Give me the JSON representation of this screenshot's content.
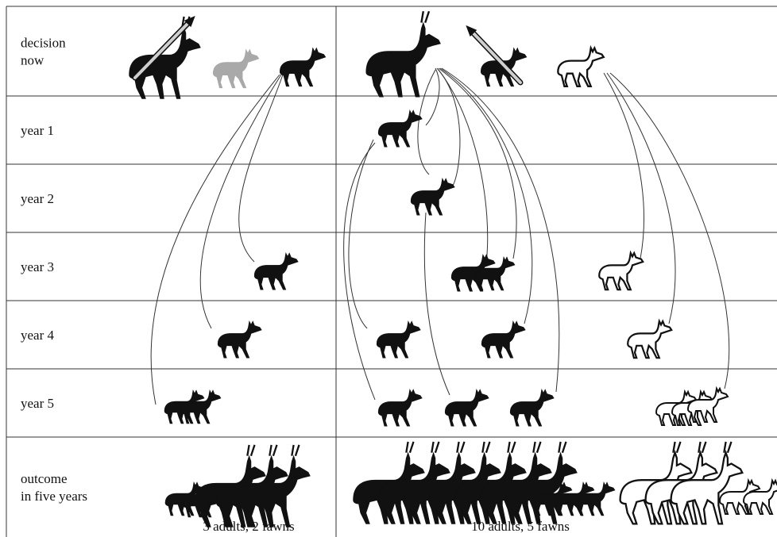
{
  "rows": [
    {
      "label_lines": [
        "decision",
        "now"
      ]
    },
    {
      "label_lines": [
        "year 1"
      ]
    },
    {
      "label_lines": [
        "year 2"
      ]
    },
    {
      "label_lines": [
        "year 3"
      ]
    },
    {
      "label_lines": [
        "year 4"
      ]
    },
    {
      "label_lines": [
        "year 5"
      ]
    },
    {
      "label_lines": [
        "outcome",
        "in five years"
      ]
    }
  ],
  "left_outcome_caption": "3 adults, 2 fawns",
  "right_outcome_caption": "10 adults, 5 fawns",
  "colors": {
    "black_lineage": "#111111",
    "grey_lineage": "#a9a9a9",
    "white_lineage": "#ffffff",
    "spear_shaft": "#cfcfcf",
    "lines": "#333333"
  },
  "icons": [
    "deer-icon",
    "fawn-icon",
    "spear-icon"
  ]
}
